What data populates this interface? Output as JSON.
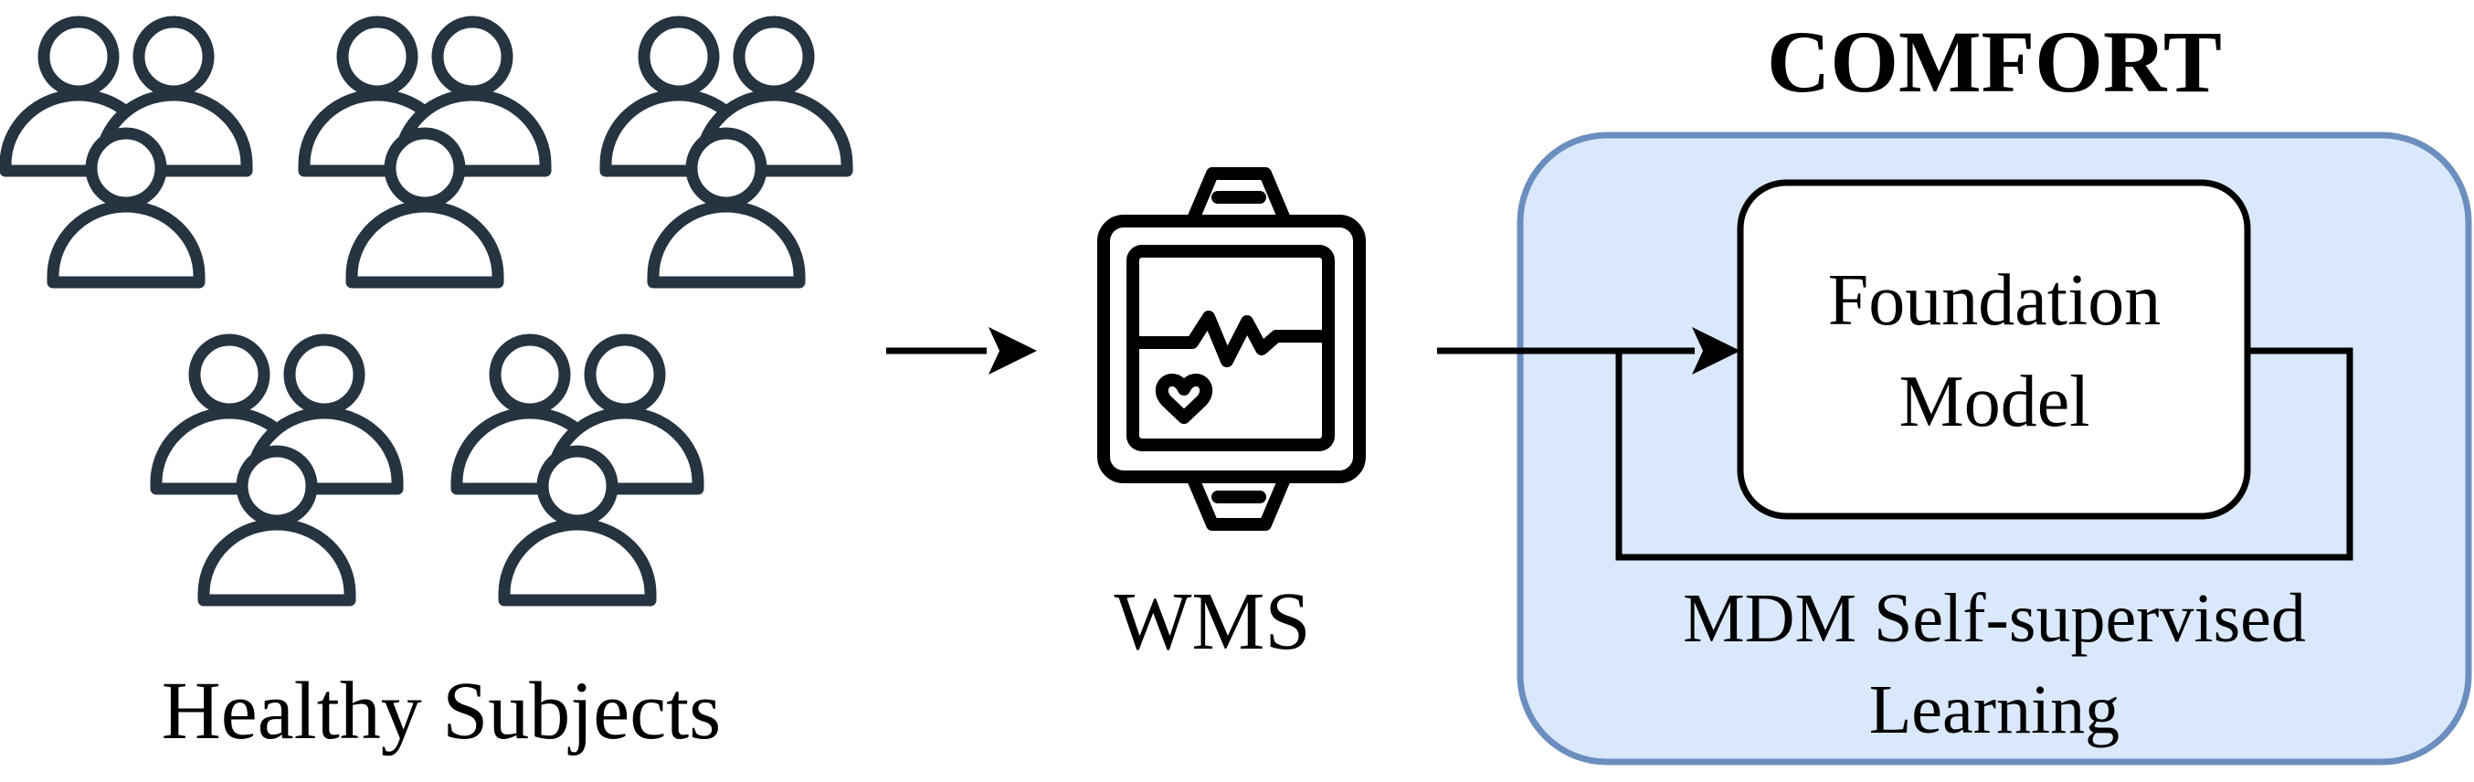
{
  "subjects": {
    "label": "Healthy Subjects",
    "group_count": 5,
    "people_per_group": 3
  },
  "device": {
    "label": "WMS",
    "icon": "smartwatch-heartbeat-icon"
  },
  "comfort": {
    "title": "COMFORT",
    "model_label_line1": "Foundation",
    "model_label_line2": "Model",
    "method_label_line1": "MDM Self-supervised",
    "method_label_line2": "Learning"
  },
  "colors": {
    "person_stroke": "#263340",
    "line": "#000000",
    "panel_fill": "#dae8fc",
    "panel_stroke": "#6c8ebf",
    "box_fill": "#ffffff"
  }
}
